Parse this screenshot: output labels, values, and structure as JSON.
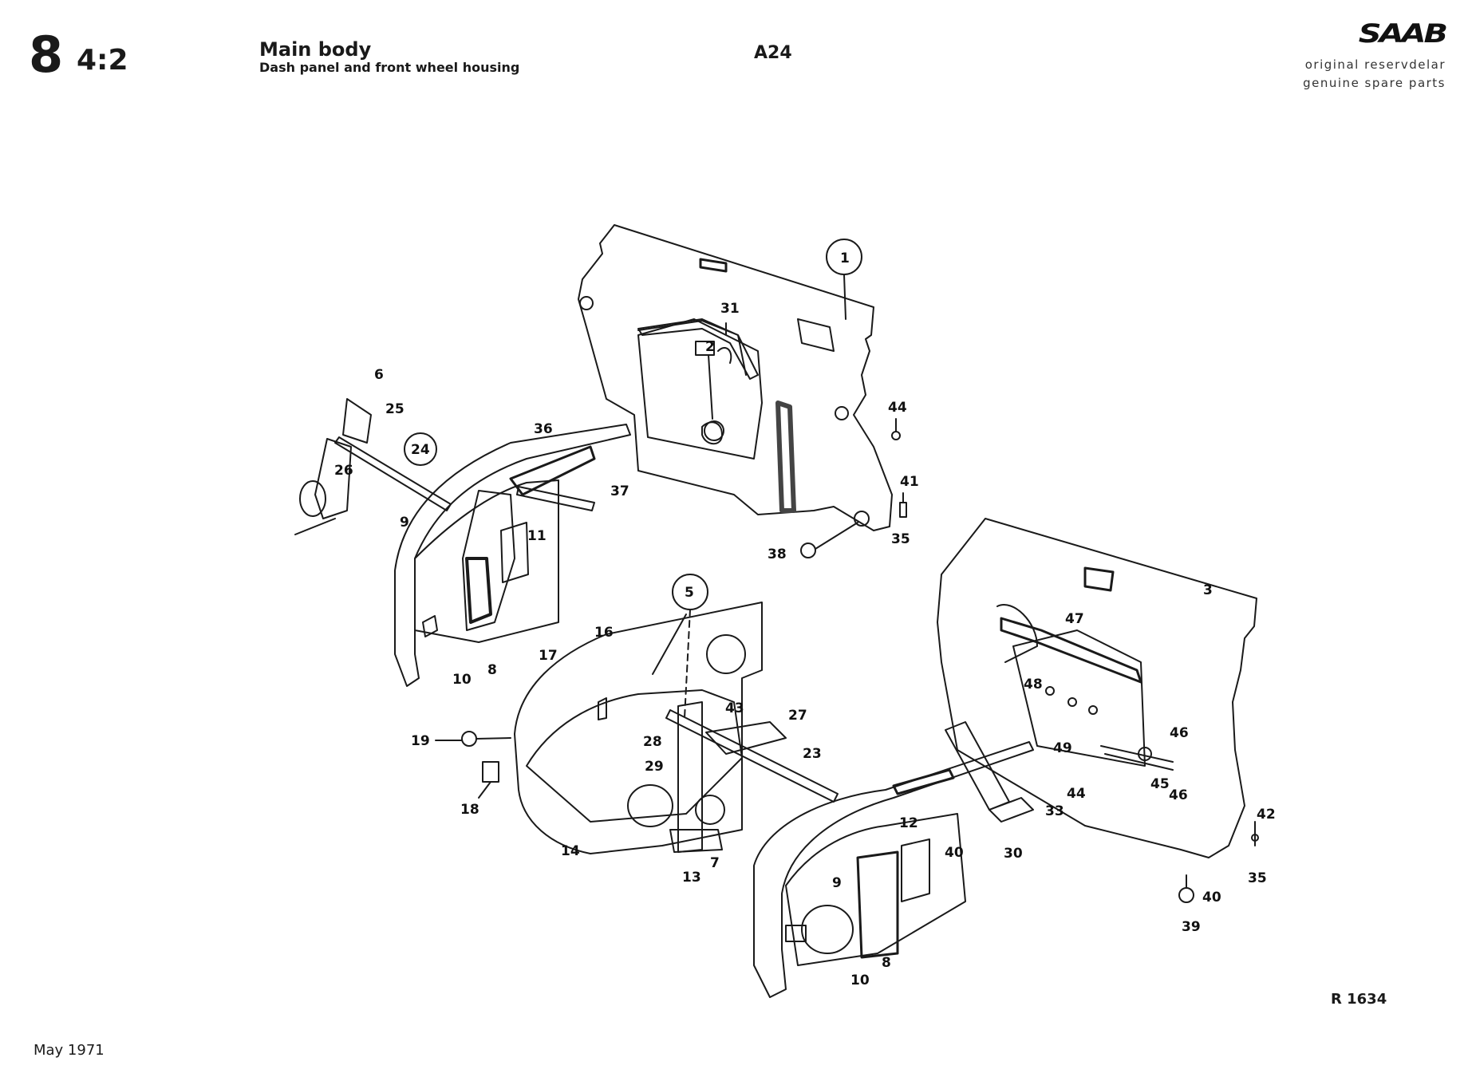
{
  "header": {
    "section": "8",
    "subsection": "4:2",
    "title": "Main body",
    "subtitle": "Dash panel and front wheel housing",
    "page_code": "A24"
  },
  "brand": {
    "logo": "SAAB",
    "line1": "original reservdelar",
    "line2": "genuine spare parts"
  },
  "footer": {
    "ref_code": "R 1634",
    "date": "May 1971"
  },
  "callouts": {
    "c1": "1",
    "c2": "2",
    "c3": "3",
    "c5": "5",
    "c6": "6",
    "c7": "7",
    "c8a": "8",
    "c8b": "8",
    "c9a": "9",
    "c9b": "9",
    "c10a": "10",
    "c10b": "10",
    "c11": "11",
    "c12": "12",
    "c13": "13",
    "c14": "14",
    "c16": "16",
    "c17": "17",
    "c18": "18",
    "c19": "19",
    "c23": "23",
    "c24": "24",
    "c25": "25",
    "c26": "26",
    "c27": "27",
    "c28": "28",
    "c29": "29",
    "c30": "30",
    "c31": "31",
    "c33": "33",
    "c35a": "35",
    "c35b": "35",
    "c36": "36",
    "c37": "37",
    "c38": "38",
    "c39": "39",
    "c40a": "40",
    "c40b": "40",
    "c41": "41",
    "c42": "42",
    "c43": "43",
    "c44a": "44",
    "c44b": "44",
    "c45": "45",
    "c46a": "46",
    "c46b": "46",
    "c47": "47",
    "c48": "48",
    "c49": "49"
  },
  "colors": {
    "ink": "#1a1a1a",
    "paper": "#ffffff"
  }
}
